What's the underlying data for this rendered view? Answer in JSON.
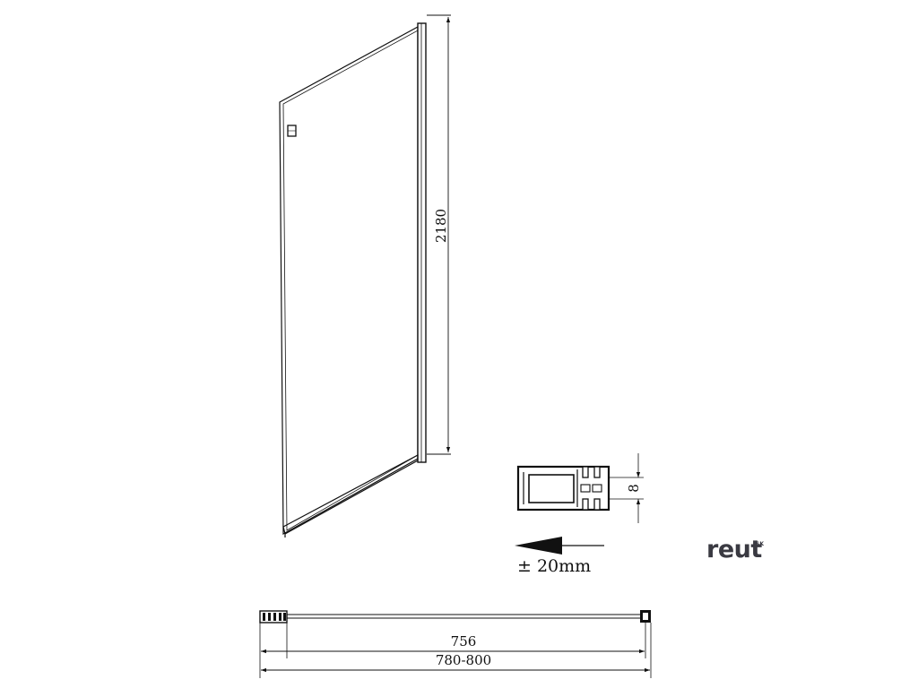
{
  "dimensions": {
    "height": "2180",
    "profile_gap": "8",
    "glass_width": "756",
    "total_width": "780-800"
  },
  "adjustment": {
    "tolerance": "± 20mm"
  },
  "brand": {
    "name": "reut",
    "suffix": "SK"
  }
}
